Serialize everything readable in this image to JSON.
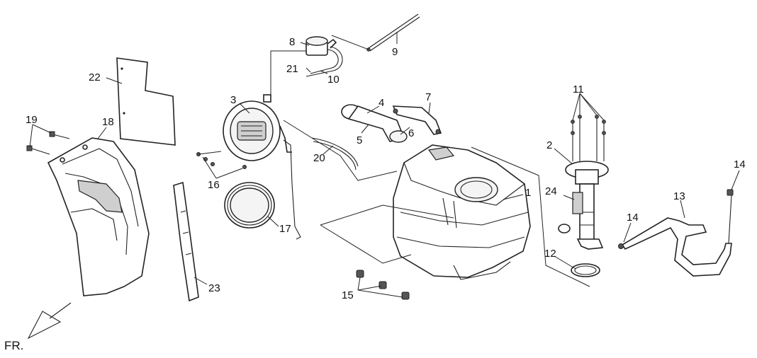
{
  "diagram": {
    "type": "exploded-parts-diagram",
    "orientation_label": "FR.",
    "callouts": [
      {
        "id": "c1",
        "label": "1"
      },
      {
        "id": "c2",
        "label": "2"
      },
      {
        "id": "c3",
        "label": "3"
      },
      {
        "id": "c4",
        "label": "4"
      },
      {
        "id": "c5",
        "label": "5"
      },
      {
        "id": "c6",
        "label": "6"
      },
      {
        "id": "c7",
        "label": "7"
      },
      {
        "id": "c8",
        "label": "8"
      },
      {
        "id": "c9",
        "label": "9"
      },
      {
        "id": "c10",
        "label": "10"
      },
      {
        "id": "c11",
        "label": "11"
      },
      {
        "id": "c12",
        "label": "12"
      },
      {
        "id": "c13",
        "label": "13"
      },
      {
        "id": "c14a",
        "label": "14"
      },
      {
        "id": "c14b",
        "label": "14"
      },
      {
        "id": "c15",
        "label": "15"
      },
      {
        "id": "c16",
        "label": "16"
      },
      {
        "id": "c17",
        "label": "17"
      },
      {
        "id": "c18",
        "label": "18"
      },
      {
        "id": "c19",
        "label": "19"
      },
      {
        "id": "c20",
        "label": "20"
      },
      {
        "id": "c21",
        "label": "21"
      },
      {
        "id": "c22",
        "label": "22"
      },
      {
        "id": "c23",
        "label": "23"
      },
      {
        "id": "c24",
        "label": "24"
      }
    ]
  }
}
